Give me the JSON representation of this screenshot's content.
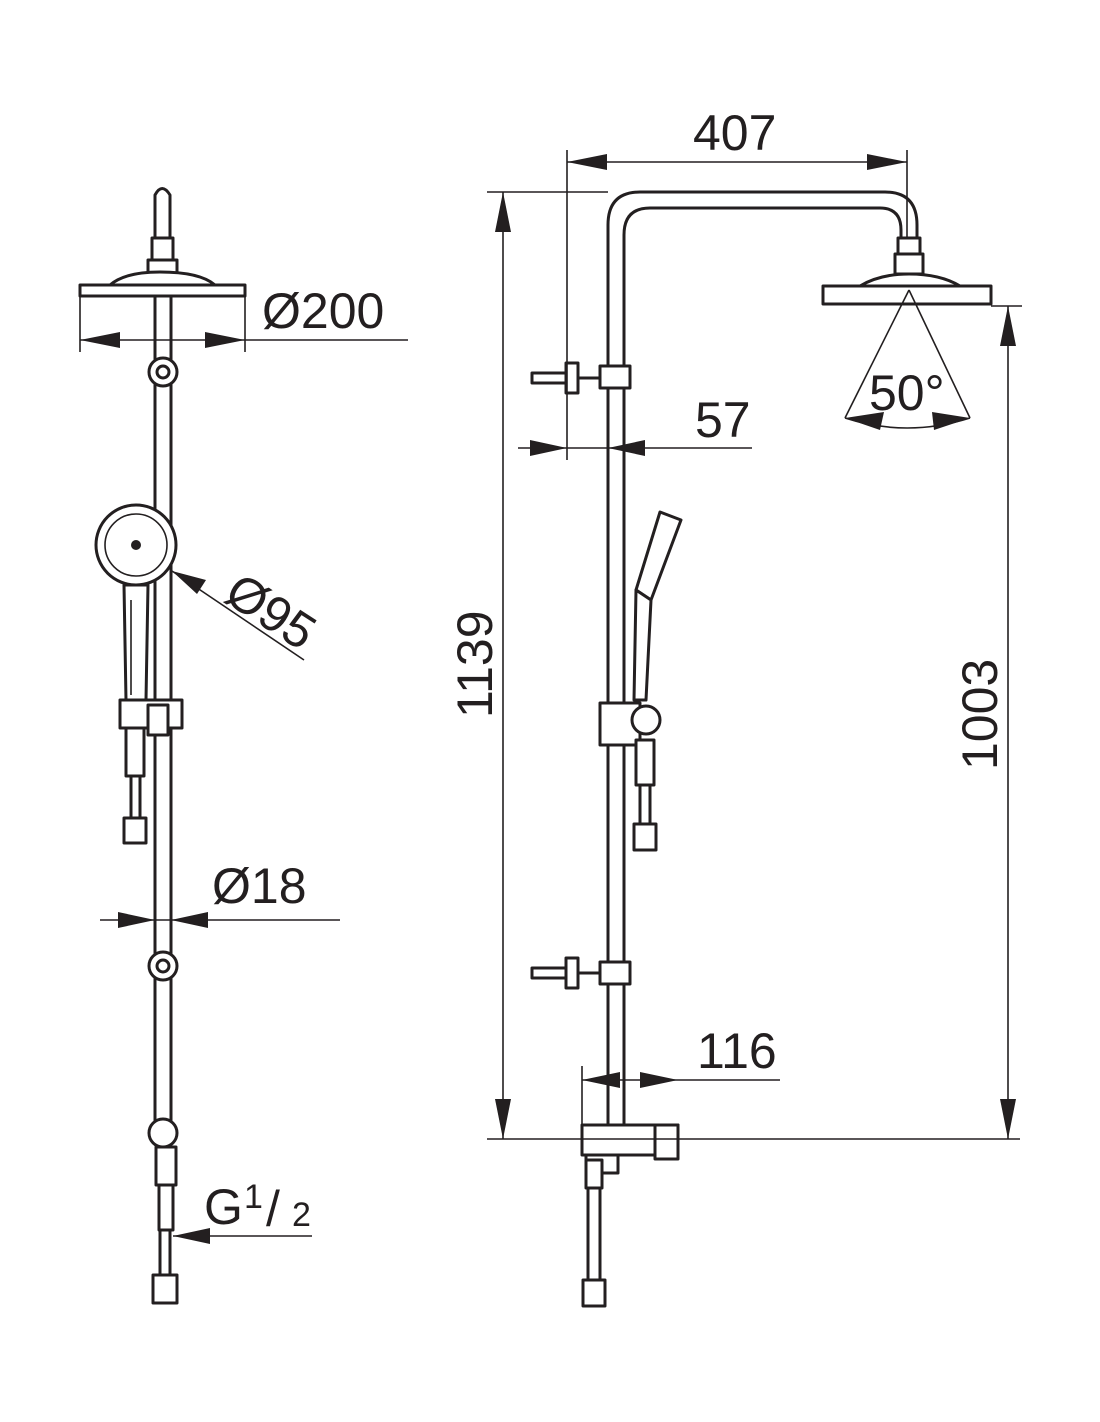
{
  "diagram": {
    "front_view": {
      "head_diameter": "Ø200",
      "hand_shower_diameter": "Ø95",
      "rail_diameter": "Ø18",
      "thread_prefix": "G",
      "thread_fraction_num": "1",
      "thread_fraction_slash": "/",
      "thread_fraction_den": "2"
    },
    "side_view": {
      "arm_reach": "407",
      "total_height": "1139",
      "wall_distance": "57",
      "spray_angle": "50°",
      "head_height": "1003",
      "outlet_distance": "116"
    }
  }
}
